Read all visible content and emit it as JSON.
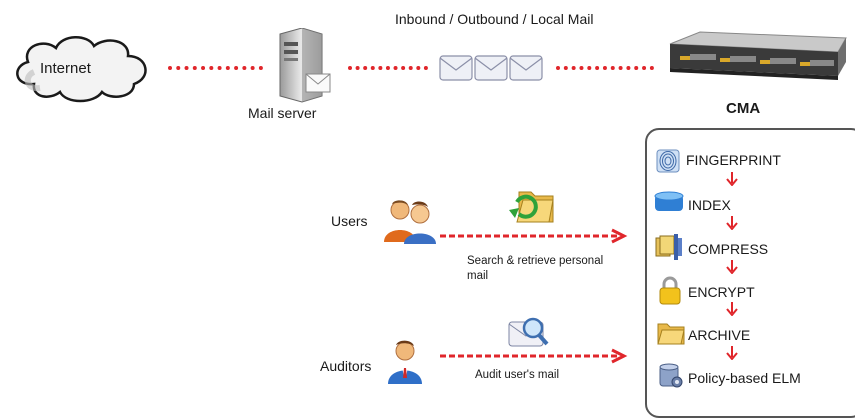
{
  "nodes": {
    "internet": "Internet",
    "mail_server": "Mail server",
    "cma": "CMA",
    "mail_flow_label": "Inbound / Outbound / Local  Mail",
    "users": "Users",
    "auditors": "Auditors"
  },
  "edges": {
    "users_action": "Search & retrieve personal mail",
    "auditors_action": "Audit user's mail"
  },
  "pipeline": {
    "steps": [
      "FINGERPRINT",
      "INDEX",
      "COMPRESS",
      "ENCRYPT",
      "ARCHIVE",
      "Policy-based ELM"
    ],
    "icons": [
      "fingerprint-icon",
      "database-index-icon",
      "compress-icon",
      "lock-icon",
      "folder-icon",
      "policy-database-icon"
    ]
  },
  "colors": {
    "arrow": "#e0262b",
    "box_border": "#555555"
  }
}
